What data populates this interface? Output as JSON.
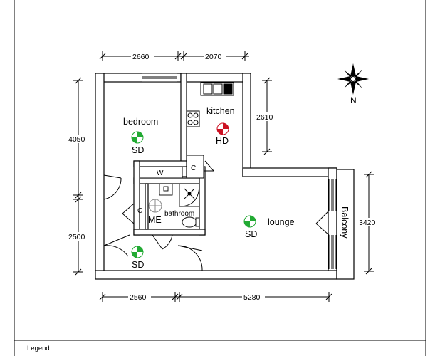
{
  "rooms": {
    "bedroom": "bedroom",
    "kitchen": "kitchen",
    "bathroom": "bathroom",
    "lounge": "lounge",
    "balcony": "Balcony",
    "wardrobe": "W",
    "cupboard_kitchen": "C",
    "cupboard_hall": "C"
  },
  "detectors": {
    "bedroom": "SD",
    "kitchen": "HD",
    "hall": "SD",
    "lounge": "SD",
    "bathroom": "ME"
  },
  "dimensions": {
    "top_left": "2660",
    "top_right": "2070",
    "left_top": "4050",
    "left_bottom": "2500",
    "kitchen_right": "2610",
    "balcony_right": "3420",
    "bottom_left": "2560",
    "bottom_right": "5280"
  },
  "compass": {
    "north": "N"
  },
  "legend": {
    "title": "Legend:"
  },
  "colors": {
    "wall": "#ffffff",
    "outline": "#000000",
    "sd_green": "#22aa33",
    "hd_red": "#cc1122",
    "me_grey": "#8a8a8a"
  }
}
